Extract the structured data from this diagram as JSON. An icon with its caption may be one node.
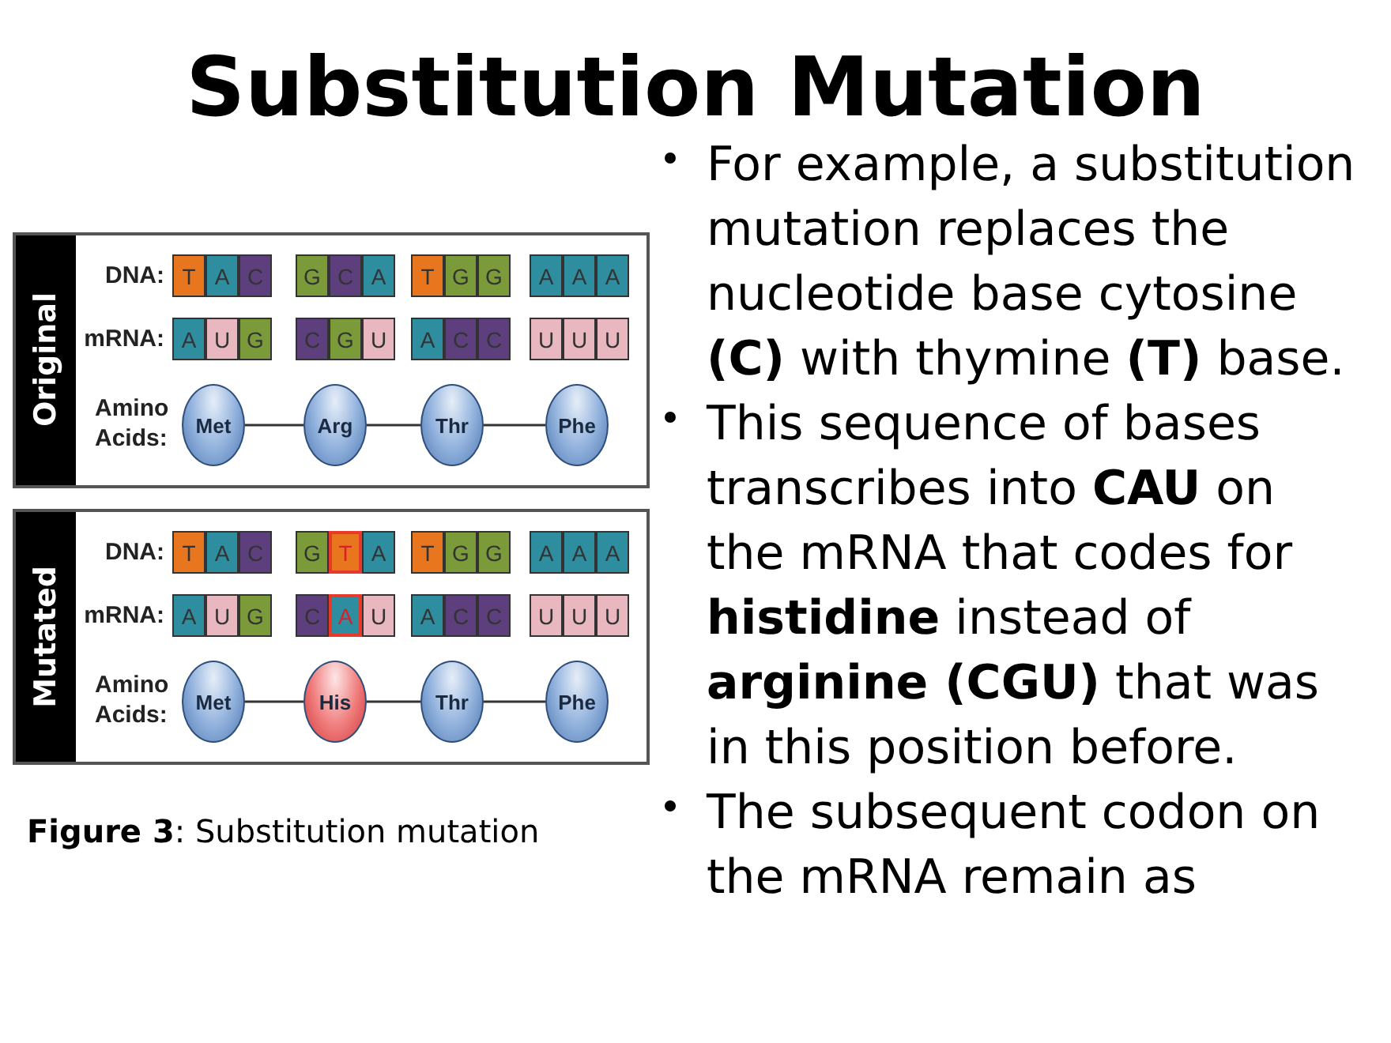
{
  "diagram": {
    "title": "Substitution Mutation",
    "caption": "**Figure 3**: Substitution mutation",
    "nodes": [
      {
        "text": [
          "Original"
        ]
      },
      {
        "text": [
          "T"
        ],
        "in": 0
      },
      {
        "text": [
          "A"
        ],
        "in": 0
      },
      {
        "text": [
          "C"
        ],
        "in": 0
      },
      {
        "text": [
          "G"
        ],
        "in": 0
      },
      {
        "text": [
          "C"
        ],
        "in": 0
      },
      {
        "text": [
          "A"
        ],
        "in": 0
      },
      {
        "text": [
          "T"
        ],
        "in": 0
      },
      {
        "text": [
          "G"
        ],
        "in": 0
      },
      {
        "text": [
          "G"
        ],
        "in": 0
      },
      {
        "text": [
          "A"
        ],
        "in": 0
      },
      {
        "text": [
          "A"
        ],
        "in": 0
      },
      {
        "text": [
          "A"
        ],
        "in": 0
      },
      {
        "text": [
          "A"
        ],
        "in": 0
      },
      {
        "text": [
          "U"
        ],
        "in": 0
      },
      {
        "text": [
          "G"
        ],
        "in": 0
      },
      {
        "text": [
          "C"
        ],
        "in": 0
      },
      {
        "text": [
          "G"
        ],
        "in": 0
      },
      {
        "text": [
          "U"
        ],
        "in": 0
      },
      {
        "text": [
          "A"
        ],
        "in": 0
      },
      {
        "text": [
          "C"
        ],
        "in": 0
      },
      {
        "text": [
          "C"
        ],
        "in": 0
      },
      {
        "text": [
          "U"
        ],
        "in": 0
      },
      {
        "text": [
          "U"
        ],
        "in": 0
      },
      {
        "text": [
          "U"
        ],
        "in": 0
      },
      {
        "text": [
          "Met"
        ],
        "in": 0
      },
      {
        "text": [
          "Arg"
        ],
        "in": 0
      },
      {
        "text": [
          "Thr"
        ],
        "in": 0
      },
      {
        "text": [
          "Phe"
        ],
        "in": 0
      },
      {
        "text": [
          "Mutated"
        ]
      },
      {
        "text": [
          "T"
        ],
        "in": 29
      },
      {
        "text": [
          "A"
        ],
        "in": 29
      },
      {
        "text": [
          "C"
        ],
        "in": 29
      },
      {
        "text": [
          "G"
        ],
        "in": 29
      },
      {
        "text": [
          "T"
        ],
        "in": 29
      },
      {
        "text": [
          "A"
        ],
        "in": 29
      },
      {
        "text": [
          "T"
        ],
        "in": 29
      },
      {
        "text": [
          "G"
        ],
        "in": 29
      },
      {
        "text": [
          "G"
        ],
        "in": 29
      },
      {
        "text": [
          "A"
        ],
        "in": 29
      },
      {
        "text": [
          "A"
        ],
        "in": 29
      },
      {
        "text": [
          "A"
        ],
        "in": 29
      },
      {
        "text": [
          "A"
        ],
        "in": 29
      },
      {
        "text": [
          "U"
        ],
        "in": 29
      },
      {
        "text": [
          "G"
        ],
        "in": 29
      },
      {
        "text": [
          "C"
        ],
        "in": 29
      },
      {
        "text": [
          "A"
        ],
        "in": 29
      },
      {
        "text": [
          "U"
        ],
        "in": 29
      },
      {
        "text": [
          "A"
        ],
        "in": 29
      },
      {
        "text": [
          "C"
        ],
        "in": 29
      },
      {
        "text": [
          "C"
        ],
        "in": 29
      },
      {
        "text": [
          "U"
        ],
        "in": 29
      },
      {
        "text": [
          "U"
        ],
        "in": 29
      },
      {
        "text": [
          "U"
        ],
        "in": 29
      },
      {
        "text": [
          "Met"
        ],
        "in": 29
      },
      {
        "text": [
          "His"
        ],
        "in": 29
      },
      {
        "text": [
          "Thr"
        ],
        "in": 29
      },
      {
        "text": [
          "Phe"
        ],
        "in": 29
      }
    ],
    "edges": [
      {
        "from": 25,
        "to": 26,
        "arrow": "none"
      },
      {
        "from": 26,
        "to": 27,
        "arrow": "none"
      },
      {
        "from": 27,
        "to": 28,
        "arrow": "none"
      },
      {
        "from": 54,
        "to": 55,
        "arrow": "none"
      },
      {
        "from": 55,
        "to": 56,
        "arrow": "none"
      },
      {
        "from": 56,
        "to": 57,
        "arrow": "none"
      }
    ],
    "labels": [
      "DNA:",
      "mRNA:",
      "Amino Acids:",
      "DNA:",
      "mRNA:",
      "Amino Acids:",
      "For example, a substitution mutation replaces the nucleotide base cytosine **(C)** with thymine **(T)** base.",
      "This sequence of bases transcribes into **CAU** on the mRNA that codes for **histidine** instead of **arginine (CGU)** that was in this position before.",
      "The subsequent codon on the mRNA remain as"
    ]
  }
}
